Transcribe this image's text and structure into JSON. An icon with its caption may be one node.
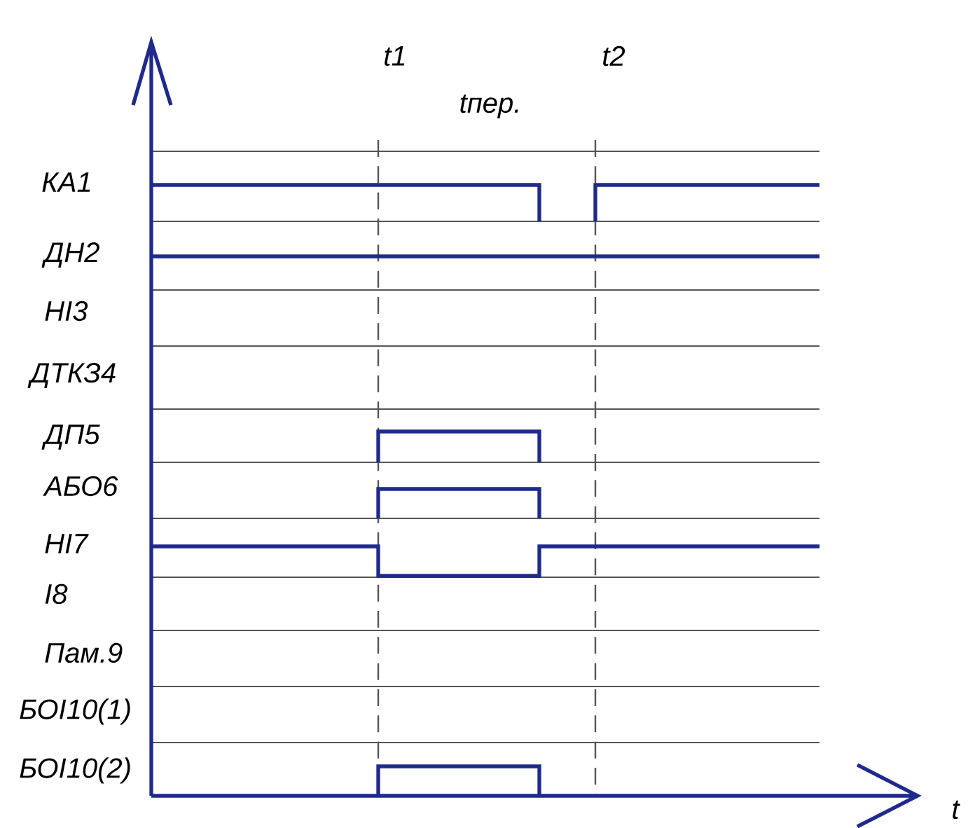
{
  "diagram": {
    "labels": [
      "t1",
      "t2",
      "tпер.",
      "КА1",
      "ДН2",
      "НІ3",
      "ДТКЗ4",
      "ДП5",
      "АБО6",
      "НІ7",
      "І8",
      "Пам.9",
      "БОІ10(1)",
      "БОІ10(2)",
      "t"
    ]
  }
}
